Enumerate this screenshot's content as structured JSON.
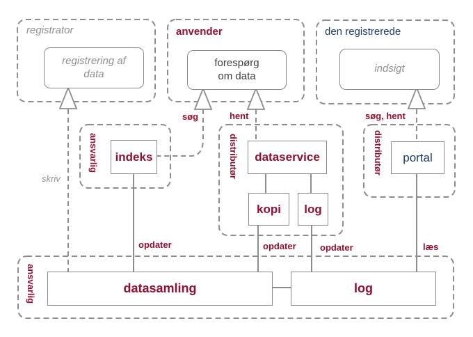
{
  "palette": {
    "accent_red": "#8e1230",
    "accent_blue": "#1f3a66",
    "line_gray": "#8c8c8c",
    "gray_text": "#8f8f8f",
    "dark_text": "#3d3d3d"
  },
  "actors": {
    "registrator": {
      "label": "registrator",
      "usecase": "registrering af data"
    },
    "anvender": {
      "label": "anvender",
      "usecase": "forespørg om data"
    },
    "den_registrerede": {
      "label": "den registrerede",
      "usecase": "indsigt"
    }
  },
  "systems": {
    "indeks_system": {
      "role": "ansvarlig",
      "component": "indeks"
    },
    "dataservice_system": {
      "role": "distributør",
      "main": "dataservice",
      "kopi": "kopi",
      "log": "log"
    },
    "portal_system": {
      "role": "distributør",
      "component": "portal"
    },
    "datasamling_system": {
      "role": "ansvarlig",
      "datasamling": "datasamling",
      "log": "log"
    }
  },
  "edges": {
    "skriv": "skriv",
    "soeg": "søg",
    "hent": "hent",
    "soeg_hent": "søg, hent",
    "opdater_indeks": "opdater",
    "opdater_kopi": "opdater",
    "opdater_log": "opdater",
    "laes": "læs"
  }
}
